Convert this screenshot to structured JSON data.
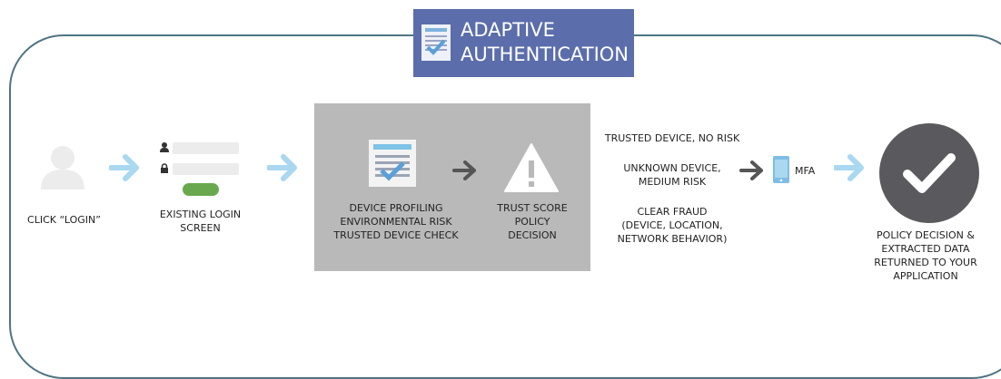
{
  "title": "ADAPTIVE\nAUTHENTICATION",
  "steps": {
    "click_login": "CLICK “LOGIN”",
    "login_screen": "EXISTING LOGIN\nSCREEN",
    "device_profiling": "DEVICE PROFILING\nENVIRONMENTAL RISK\nTRUSTED DEVICE CHECK",
    "trust_score": "TRUST SCORE\nPOLICY\nDECISION",
    "trusted_device": "TRUSTED DEVICE, NO RISK",
    "unknown_device": "UNKNOWN DEVICE,\nMEDIUM RISK",
    "mfa": "MFA",
    "clear_fraud": "CLEAR FRAUD\n(DEVICE, LOCATION,\nNETWORK BEHAVIOR)",
    "policy_decision": "POLICY DECISION &\nEXTRACTED DATA\nRETURNED TO YOUR\nAPPLICATION"
  },
  "colors": {
    "frame": "#4f7482",
    "title_bg": "#5b6dab",
    "arrow_light": "#a9d8f0",
    "arrow_dark": "#555555",
    "panel": "#b9b9b9",
    "check_circle": "#5a5a5e",
    "login_button": "#6aa84f"
  },
  "icons": [
    "document-check-icon",
    "user-silhouette-icon",
    "user-icon",
    "lock-icon",
    "warning-icon",
    "mobile-phone-icon",
    "checkmark-icon"
  ]
}
